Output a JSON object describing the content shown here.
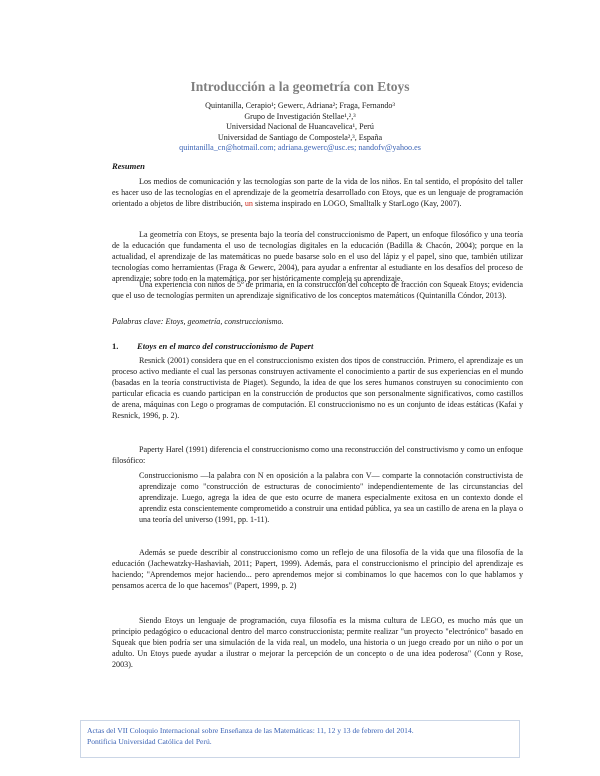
{
  "title": "Introducción a la geometría con Etoys",
  "authors": {
    "names": "Quintanilla, Cerapio¹; Gewerc, Adriana²; Fraga, Fernando³",
    "group": "Grupo de Investigación Stellae¹,²,³",
    "affil1": "Universidad Nacional de Huancavelica¹, Perú",
    "affil2": "Universidad de Santiago de Compostela²,³, España",
    "emails": "quintanilla_cn@hotmail.com; adriana.gewerc@usc.es; nandofv@yahoo.es"
  },
  "resumen": {
    "heading": "Resumen",
    "p1_a": "Los medios de comunicación y las tecnologías son parte de la vida de los niños. En tal sentido, el propósito del taller es hacer uso de las tecnologías en el aprendizaje de la geometría desarrollado con Etoys, que es un lenguaje de programación orientado a objetos de libre distribución, ",
    "p1_red": "un",
    "p1_b": " sistema inspirado en LOGO, Smalltalk y StarLogo (Kay, 2007).",
    "p2": "La geometría con Etoys, se presenta bajo la teoría del construccionismo de Papert, un enfoque filosófico y una teoría de la educación que fundamenta el uso de tecnologías digitales en la educación (Badilla & Chacón, 2004); porque en la actualidad, el aprendizaje de las matemáticas no puede basarse solo en el uso del lápiz y el papel, sino que, también utilizar tecnologías como herramientas (Fraga & Gewerc, 2004), para ayudar a enfrentar al estudiante en los desafíos del proceso de aprendizaje; sobre todo en la matemática, por ser históricamente compleja su aprendizaje.",
    "p3": "Una experiencia con niños de 5º de primaria, en la construcción del concepto de fracción con Squeak Etoys; evidencia que el uso de tecnologías permiten un aprendizaje significativo de los conceptos matemáticos (Quintanilla Cóndor, 2013).",
    "keywords": "Palabras clave: Etoys, geometría, construccionismo."
  },
  "section1": {
    "number": "1.",
    "title": "Etoys en el marco del construccionismo de Papert",
    "p1": "Resnick (2001) considera que en el construccionismo existen dos tipos de construcción. Primero, el aprendizaje es un proceso activo mediante el cual las personas construyen activamente el conocimiento a partir de sus experiencias en el mundo (basadas en la teoría constructivista de Piaget). Segundo, la idea de que los seres humanos construyen su conocimiento con particular eficacia es cuando participan en la construcción de productos que son personalmente significativos, como castillos de arena, máquinas con Lego o programas de computación. El construccionismo no es un conjunto de ideas estáticas (Kafai y Resnick, 1996, p. 2).",
    "p2": "Paperty Harel (1991) diferencia el construccionismo como una reconstrucción del constructivismo y como un enfoque filosófico:",
    "quote": "Construccionismo —la palabra con N en oposición a la palabra con V— comparte la connotación constructivista de aprendizaje como \"construcción de estructuras de conocimiento\" independientemente de las circunstancias del aprendizaje. Luego, agrega la idea de que esto ocurre de manera especialmente exitosa en un contexto donde el aprendiz esta conscientemente comprometido a construir una entidad pública, ya sea un castillo de arena en la playa o una teoría del universo (1991, pp. 1-11).",
    "p3": "Además se puede describir al construccionismo como un reflejo de una filosofía de la vida que una filosofía de la educación (Jachewatzky-Hashaviah, 2011; Papert, 1999). Además, para el construccionismo el principio del aprendizaje es haciendo; \"Aprendemos mejor haciendo... pero aprendemos mejor si combinamos lo que hacemos con lo que hablamos y pensamos acerca de lo que hacemos\" (Papert, 1999, p. 2)",
    "p4": "Siendo Etoys un lenguaje de programación, cuya filosofía es la misma cultura de LEGO, es mucho más que un principio pedagógico o educacional dentro del marco construccionista; permite realizar \"un proyecto \"electrónico\" basado en Squeak que bien podría ser una simulación de la vida real, un modelo, una historia o un juego creado por un niño o por un adulto. Un Etoys puede ayudar a ilustrar o mejorar la percepción de un concepto o de una idea poderosa\" (Conn y Rose, 2003)."
  },
  "footer": {
    "line1": "Actas del VII Coloquio Internacional sobre Enseñanza de las Matemáticas: 11, 12 y 13 de febrero del 2014.",
    "line2": "Pontificia Universidad Católica del Perú."
  }
}
